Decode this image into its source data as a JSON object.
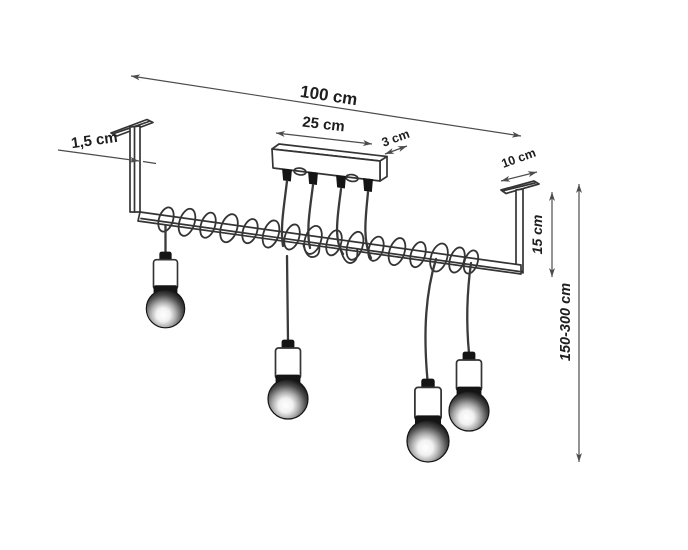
{
  "diagram": {
    "subject": "four-bulb-pendant-lamp-dimension-drawing",
    "bulb_count": 4,
    "colors": {
      "background": "#ffffff",
      "line_ink": "#343434",
      "dimension_line": "#4c4c4c",
      "label_text": "#1e1e1e",
      "bulb_dark": "#1d1d1d"
    },
    "dims": {
      "total_width": "100 cm",
      "canopy_length": "25 cm",
      "canopy_depth": "3 cm",
      "bar_thickness": "1,5 cm",
      "plate_length": "10 cm",
      "bracket_drop": "15 cm",
      "hanging_range": "150-300 cm"
    }
  }
}
